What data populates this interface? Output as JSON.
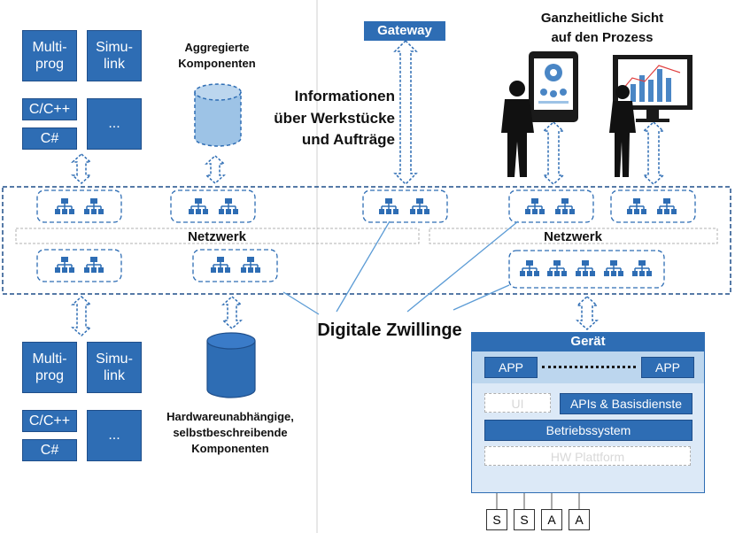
{
  "diagram": {
    "top_left": {
      "multiprog": "Multi-\nprog",
      "simulink": "Simu-\nlink",
      "c_cpp": "C/C++",
      "c_sharp": "C#",
      "ellipsis": "..."
    },
    "bottom_left": {
      "multiprog": "Multi-\nprog",
      "simulink": "Simu-\nlink",
      "c_cpp": "C/C++",
      "c_sharp": "C#",
      "ellipsis": "..."
    },
    "aggregated_label": "Aggregierte\nKomponenten",
    "hardware_label": "Hardwareunabhängige,\nselbstbeschreibende\nKomponenten",
    "gateway": "Gateway",
    "info_label": "Informationen\nüber Werkstücke\nund Aufträge",
    "holistic_label": "Ganzheitliche Sicht\nauf den Prozess",
    "network_left": "Netzwerk",
    "network_right": "Netzwerk",
    "digital_twins": "Digitale Zwillinge",
    "device": {
      "title": "Gerät",
      "app_left": "APP",
      "app_right": "APP",
      "ui_faded": "UI",
      "apis": "APIs & Basisdienste",
      "os": "Betriebssystem",
      "hw_faded": "HW Plattform",
      "sensors": [
        "S",
        "S",
        "A",
        "A"
      ]
    },
    "colors": {
      "primary_blue": "#2e6db4",
      "light_blue": "#9dc3e6",
      "panel_blue": "#dce9f7"
    }
  }
}
